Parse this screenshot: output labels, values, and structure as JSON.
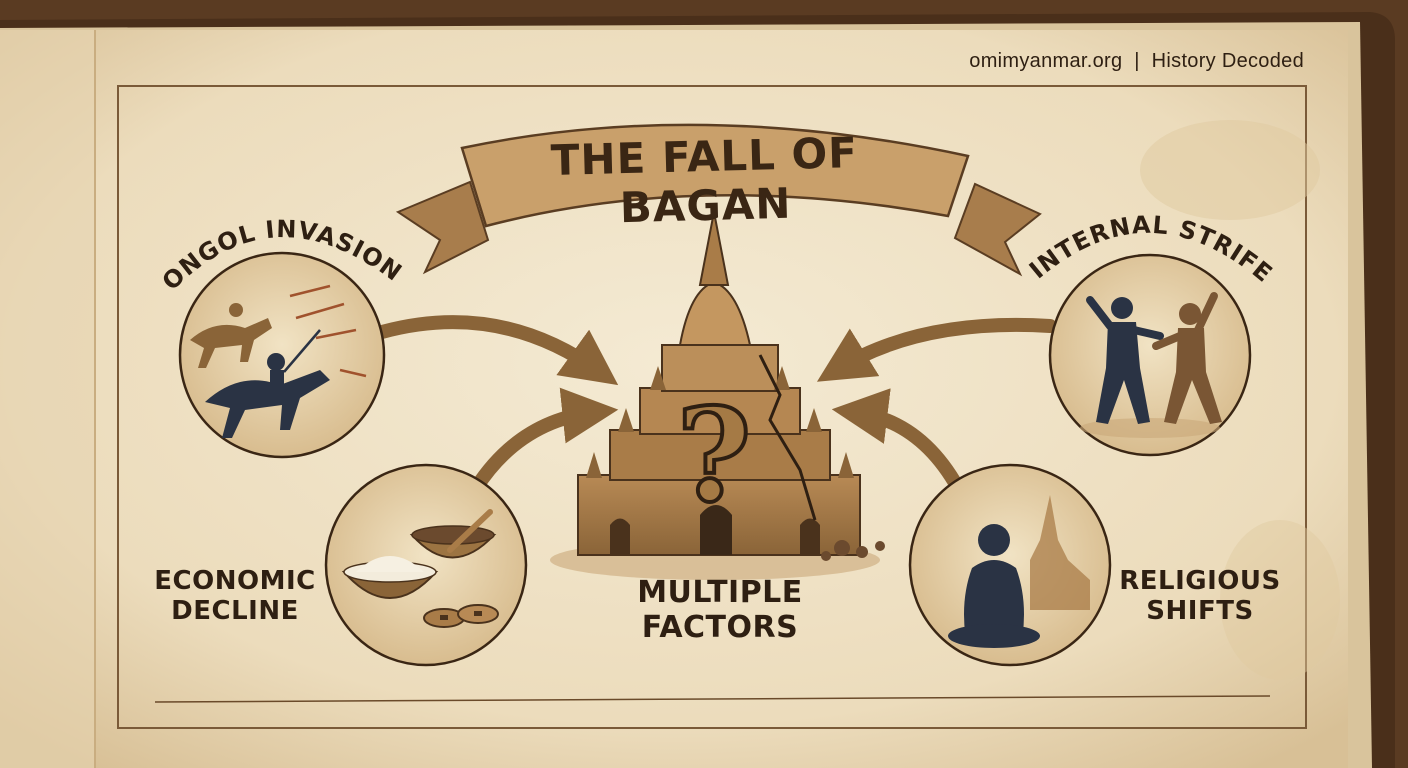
{
  "header": {
    "site": "omimyanmar.org",
    "separator": "|",
    "series": "History Decoded"
  },
  "title": "THE FALL OF BAGAN",
  "center": {
    "label_line1": "MULTIPLE",
    "label_line2": "FACTORS",
    "glyph": "?"
  },
  "factors": {
    "mongol": "MONGOL INVASIONS",
    "internal": "INTERNAL STRIFE",
    "economic_line1": "ECONOMIC",
    "economic_line2": "DECLINE",
    "religious_line1": "RELIGIOUS",
    "religious_line2": "SHIFTS"
  },
  "colors": {
    "paper": "#efe3c8",
    "ink": "#2e1f12",
    "sepia": "#8a6438",
    "silhouette": "#2a3344"
  }
}
